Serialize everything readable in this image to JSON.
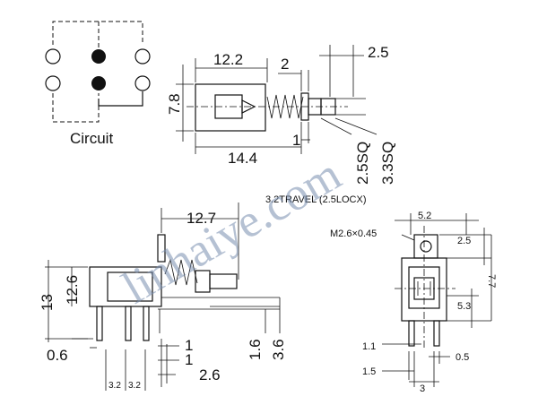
{
  "circuit": {
    "label": "Circuit"
  },
  "top_view": {
    "dim_body_length": "12.2",
    "dim_plunger_gap": "2",
    "dim_plunger_tip": "2.5",
    "dim_height": "7.8",
    "dim_total_length": "14.4",
    "dim_small": "1",
    "dim_square_a": "2.5SQ",
    "dim_square_b": "3.3SQ"
  },
  "side_view": {
    "travel_note": "3.2TRAVEL (2.5LOCX)",
    "dim_length": "12.7",
    "dim_height_outer": "13",
    "dim_height_inner": "12.6",
    "dim_pin_offset": "0.6",
    "dim_pitch_a": "3.2",
    "dim_pitch_b": "3.2",
    "dim_one_a": "1",
    "dim_one_b": "1",
    "dim_two_six": "2.6",
    "dim_one_six": "1.6",
    "dim_three_six": "3.6"
  },
  "front_view": {
    "dim_width": "5.2",
    "dim_screw": "M2.6×0.45",
    "dim_top": "2.5",
    "dim_height": "7.7",
    "dim_mid": "5.3",
    "dim_pin_a": "1.1",
    "dim_pin_b": "1.5",
    "dim_pin_c": "0.5",
    "dim_pitch": "3"
  },
  "watermark": {
    "text": "linhaiye.com"
  }
}
